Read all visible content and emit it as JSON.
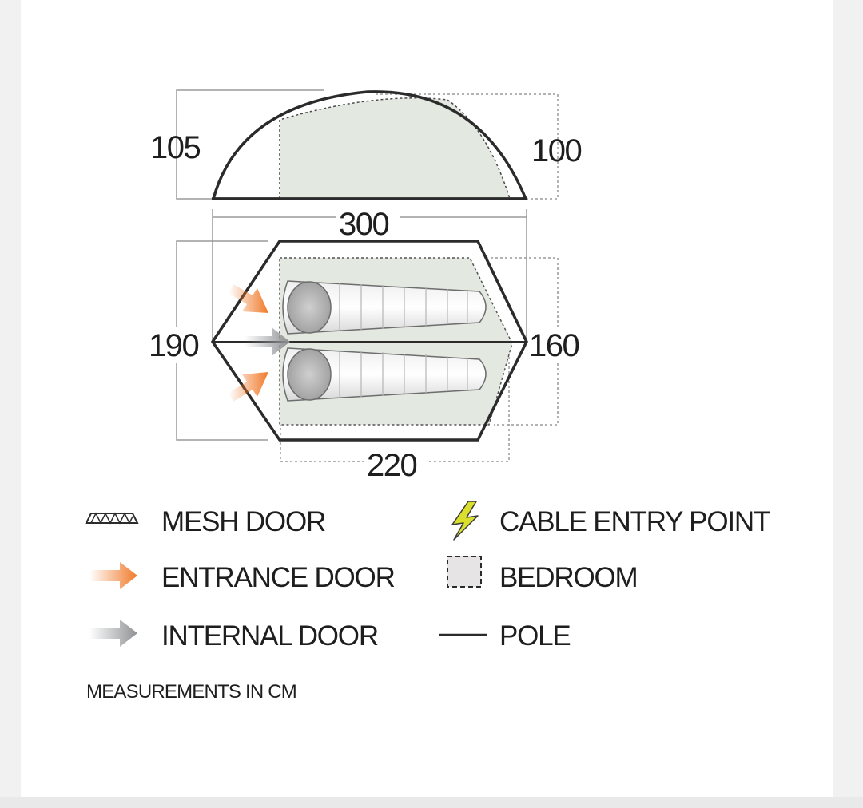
{
  "dimensions": {
    "side_height_left": "105",
    "side_height_right": "100",
    "total_length": "300",
    "width_outer": "190",
    "width_inner": "160",
    "bedroom_length": "220"
  },
  "legend": {
    "mesh_door": "MESH DOOR",
    "entrance_door": "ENTRANCE DOOR",
    "internal_door": "INTERNAL DOOR",
    "cable_entry_point": "CABLE ENTRY POINT",
    "bedroom": "BEDROOM",
    "pole": "POLE"
  },
  "note": "MEASUREMENTS IN CM",
  "colors": {
    "inner_fill": "#e3e8e1",
    "outline": "#2b2b2b",
    "entrance_arrow": "#f07a2a",
    "internal_arrow": "#8f9194",
    "cable_bolt": "#d9df2b"
  }
}
